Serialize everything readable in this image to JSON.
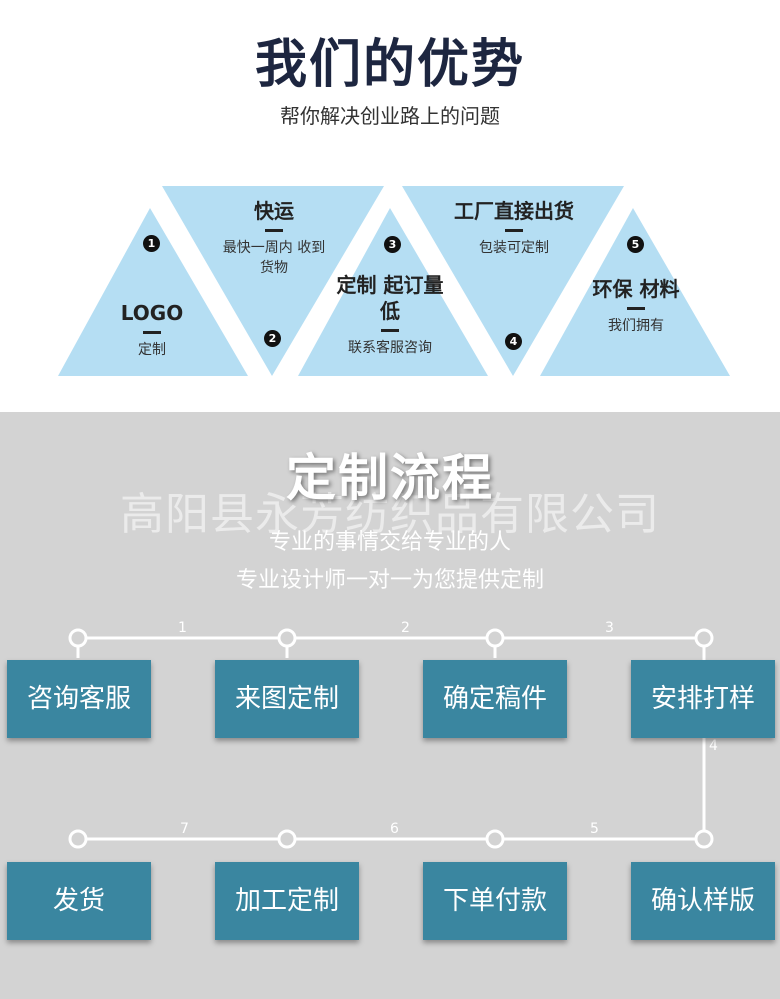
{
  "advantages": {
    "title": "我们的优势",
    "subtitle": "帮你解决创业路上的问题",
    "items": [
      {
        "number": "1",
        "heading": "LOGO",
        "desc": "定制"
      },
      {
        "number": "2",
        "heading": "快运",
        "desc": "最快一周内 收到货物"
      },
      {
        "number": "3",
        "heading": "定制 起订量低",
        "desc": "联系客服咨询"
      },
      {
        "number": "4",
        "heading": "工厂直接出货",
        "desc": "包装可定制"
      },
      {
        "number": "5",
        "heading": "环保 材料",
        "desc": "我们拥有"
      }
    ],
    "colors": {
      "triangle": "#b5def3",
      "title": "#1d2640"
    }
  },
  "process": {
    "title": "定制流程",
    "watermark": "高阳县永芳纺织品有限公司",
    "subtitle_1": "专业的事情交给专业的人",
    "subtitle_2": "专业设计师一对一为您提供定制",
    "steps": [
      {
        "label": "咨询客服"
      },
      {
        "label": "来图定制"
      },
      {
        "label": "确定稿件"
      },
      {
        "label": "安排打样"
      },
      {
        "label": "确认样版"
      },
      {
        "label": "下单付款"
      },
      {
        "label": "加工定制"
      },
      {
        "label": "发货"
      }
    ],
    "connectors": [
      "1",
      "2",
      "3",
      "4",
      "5",
      "6",
      "7"
    ],
    "colors": {
      "step_box": "#3a86a0",
      "background": "#d3d3d3",
      "line": "#ffffff"
    }
  }
}
